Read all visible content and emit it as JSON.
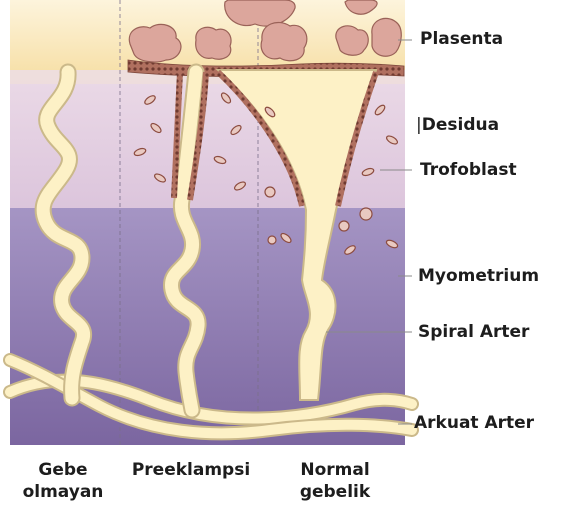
{
  "labels": {
    "plasenta": "Plasenta",
    "desidua": "Desidua",
    "desidua_prefix": "|",
    "trofoblast": "Trofoblast",
    "myometrium": "Myometrium",
    "spiral_arter": "Spiral Arter",
    "arkuat_arter": "Arkuat Arter"
  },
  "columns": {
    "gebe_line1": "Gebe",
    "gebe_line2": "olmayan",
    "preeklampsi": "Preeklampsi",
    "normal_line1": "Normal",
    "normal_line2": "gebelik"
  },
  "colors": {
    "placenta_band": "#fbe9c2",
    "decidua_band": "#e6d2e0",
    "myometrium_band": "#8d78b0",
    "vessel_fill": "#fdf1c6",
    "vessel_stroke": "#cbb98a",
    "trophoblast": "#9c5a4e",
    "villi": "#d9a79d"
  }
}
